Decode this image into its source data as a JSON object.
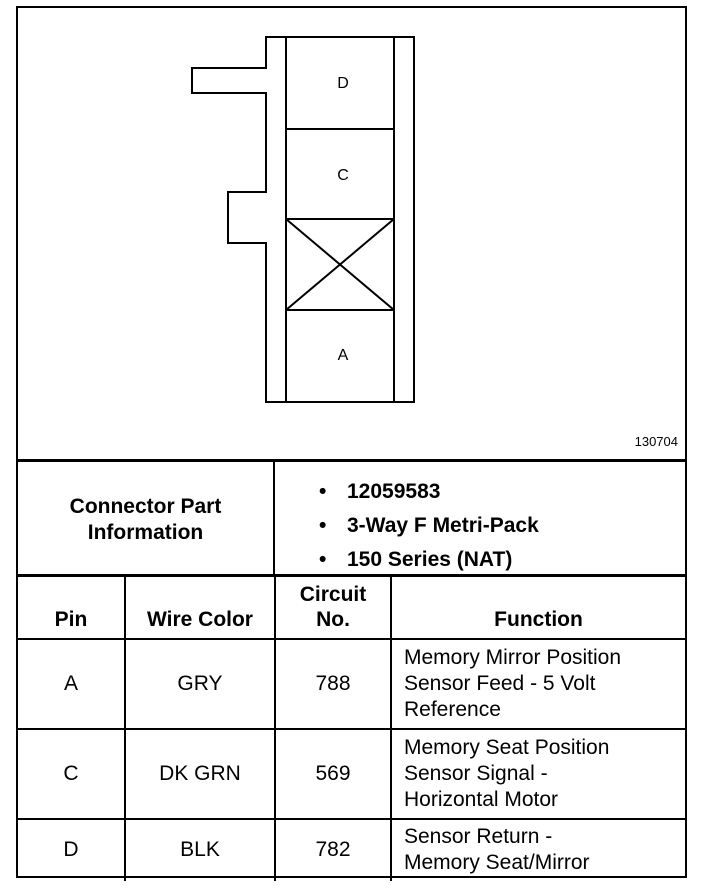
{
  "diagram": {
    "cavities": [
      "D",
      "C",
      "A"
    ],
    "figure_number": "130704"
  },
  "connector": {
    "label_line1": "Connector Part",
    "label_line2": "Information",
    "bullets": [
      "12059583",
      "3-Way F Metri-Pack",
      "150 Series (NAT)"
    ]
  },
  "table": {
    "headers": {
      "pin": "Pin",
      "wire_color": "Wire Color",
      "circuit_line1": "Circuit",
      "circuit_line2": "No.",
      "function": "Function"
    },
    "rows": [
      {
        "pin": "A",
        "wire_color": "GRY",
        "circuit": "788",
        "function": [
          "Memory Mirror Position",
          "Sensor Feed - 5 Volt",
          "Reference"
        ]
      },
      {
        "pin": "C",
        "wire_color": "DK GRN",
        "circuit": "569",
        "function": [
          "Memory Seat Position",
          "Sensor Signal -",
          "Horizontal Motor"
        ]
      },
      {
        "pin": "D",
        "wire_color": "BLK",
        "circuit": "782",
        "function": [
          "Sensor Return -",
          "Memory Seat/Mirror"
        ]
      }
    ]
  }
}
